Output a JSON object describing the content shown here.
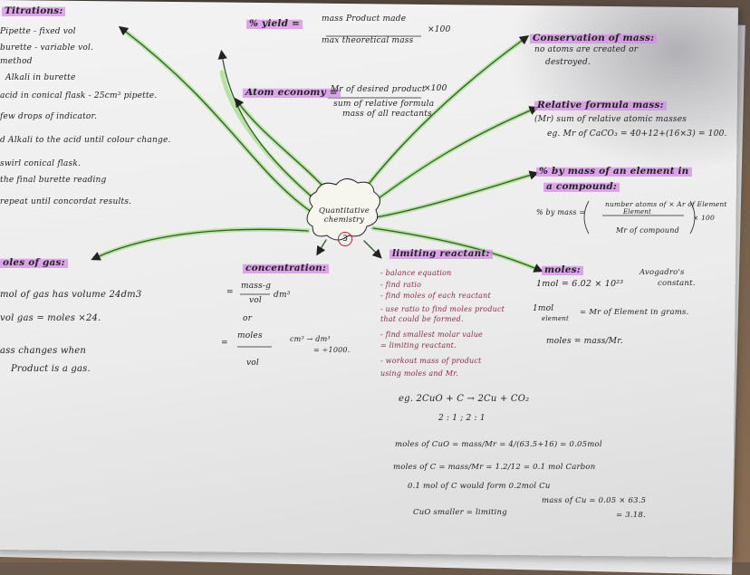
{
  "centre": {
    "title_line1": "Quantitative",
    "title_line2": "chemistry",
    "number": "3"
  },
  "titrations": {
    "heading": "Titrations:",
    "lines": [
      "Pipette - fixed vol",
      "burette - variable vol.",
      "method",
      "Alkali in burette",
      "acid in conical flask - 25cm³ pipette.",
      "few drops of indicator.",
      "d Alkali to the acid until colour change.",
      "swirl conical flask.",
      "the final burette reading",
      "repeat until concordat results."
    ]
  },
  "yield": {
    "label": "% yield =",
    "numerator": "mass Product made",
    "denominator": "max theoretical mass",
    "times": "×100"
  },
  "atom_economy": {
    "label": "Atom economy =",
    "numerator": "Mr of desired product",
    "times": "×100",
    "denominator_line1": "sum of relative formula",
    "denominator_line2": "mass of all reactants"
  },
  "conservation": {
    "heading": "Conservation of mass:",
    "line1": "no atoms are created or",
    "line2": "destroyed."
  },
  "relative_formula_mass": {
    "heading": "Relative formula mass:",
    "line1": "(Mr) sum of relative atomic masses",
    "line2": "eg. Mr of CaCO₃ = 40+12+(16×3) = 100."
  },
  "percent_mass": {
    "heading_line1": "% by mass of an element in",
    "heading_line2": "a compound:",
    "prefix": "% by mass =",
    "numerator_line1": "number atoms of × Ar of Element",
    "numerator_line2": "Element",
    "denominator": "Mr of compound",
    "times": "× 100"
  },
  "gas": {
    "heading": "oles of gas:",
    "line1": "mol of gas has volume 24dm3",
    "line2": "vol gas = moles ×24.",
    "line3": "ass changes when",
    "line4": "Product is a gas."
  },
  "concentration": {
    "heading": "concentration:",
    "eq1_num": "mass-g",
    "eq1_den": "vol",
    "unit": "dm³",
    "or": "or",
    "eq2_num": "moles",
    "eq2_den": "vol",
    "conv1": "cm³ → dm³",
    "conv2": "= ÷1000."
  },
  "limiting": {
    "heading": "limiting reactant:",
    "steps": [
      "- balance equation",
      "- find ratio",
      "- find moles of each reactant",
      "- use ratio to find moles product",
      "  that could be formed.",
      "- find smallest molar value",
      "  = limiting reactant.",
      "- workout mass of product",
      "  using moles and Mr."
    ]
  },
  "example": {
    "equation": "eg. 2CuO + C → 2Cu + CO₂",
    "ratio": "2 : 1 ; 2 : 1",
    "line1": "moles of CuO = mass/Mr = 4/(63.5+16) = 0.05mol",
    "line2": "moles of C = mass/Mr = 1.2/12 = 0.1 mol Carbon",
    "line3": "0.1 mol of C would form 0.2mol Cu",
    "line4a": "CuO smaller = limiting",
    "line4b": "mass of Cu = 0.05 × 63.5",
    "line5": "= 3.18."
  },
  "moles": {
    "heading": "moles:",
    "line1": "1mol = 6.02 × 10²³",
    "avogadro1": "Avogadro's",
    "avogadro2": "constant.",
    "line2a": "1mol",
    "line2b": "element",
    "line2c": "= Mr of Element in grams.",
    "line3": "moles = mass/Mr."
  },
  "colors": {
    "highlight": "#d68ce6",
    "branch": "#2f5a2a",
    "branch_glow": "#9ee07e",
    "centre_ring": "#c41e3a"
  }
}
